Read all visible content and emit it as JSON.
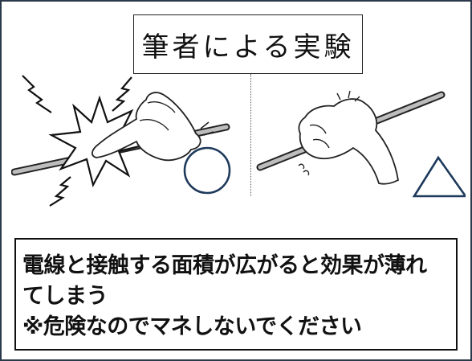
{
  "title": "筆者による実験",
  "left_panel": {
    "icon": "circle-mark"
  },
  "right_panel": {
    "icon": "triangle-mark"
  },
  "note": {
    "line1": "電線と接触する面積が広がると効果が薄れ",
    "line2": "てしまう",
    "line3": "※危険なのでマネしないでください"
  },
  "colors": {
    "frame": "#2b3a4a",
    "mark": "#1f3a5c",
    "ink": "#111111"
  }
}
